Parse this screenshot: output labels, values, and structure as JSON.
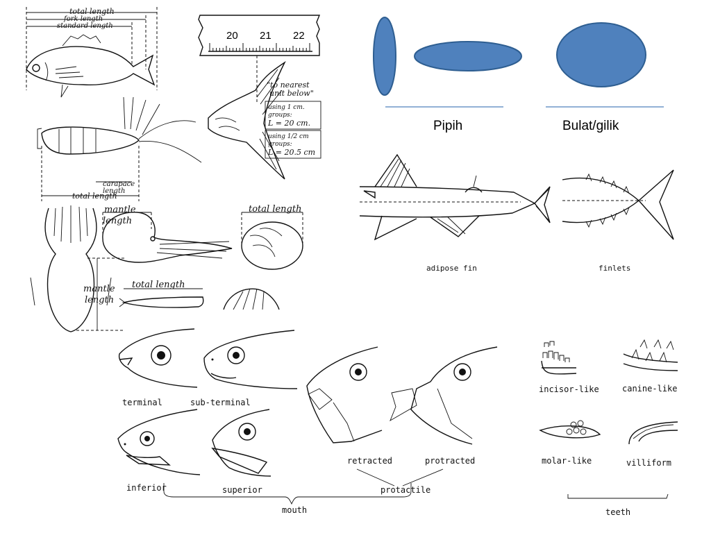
{
  "colors": {
    "shape_fill": "#4f81bd",
    "shape_stroke": "#2e5e91",
    "underline": "#4f81bd"
  },
  "measure_panel": {
    "total_length": "total length",
    "fork_length": "fork length",
    "standard_length": "standard length",
    "ruler_numbers": [
      "20",
      "21",
      "22"
    ],
    "nearest_unit_1": "\"to nearest",
    "nearest_unit_2": "unit below\"",
    "box1_l1": "using 1 cm.",
    "box1_l2": "groups:",
    "box1_l3": "L = 20 cm.",
    "box2_l1": "using 1/2 cm",
    "box2_l2": "groups:",
    "box2_l3": "L = 20.5 cm",
    "carapace_1": "carapace",
    "carapace_2": "length",
    "shrimp_total": "total length",
    "mantle_top_1": "mantle",
    "mantle_top_2": "length",
    "mantle_side_1": "mantle",
    "mantle_side_2": "length",
    "shell_total": "total length",
    "worm_total": "total length"
  },
  "body_shapes": {
    "flat_label": "Pipih",
    "round_label": "Bulat/gilik"
  },
  "fins": {
    "adipose_label": "adipose fin",
    "finlets_label": "finlets"
  },
  "mouth": {
    "terminal": "terminal",
    "sub_terminal": "sub-terminal",
    "inferior": "inferior",
    "superior": "superior",
    "retracted": "retracted",
    "protracted": "protracted",
    "protactile": "protactile",
    "mouth": "mouth"
  },
  "teeth": {
    "incisor": "incisor-like",
    "canine": "canine-like",
    "molar": "molar-like",
    "villiform": "villiform",
    "teeth": "teeth"
  }
}
